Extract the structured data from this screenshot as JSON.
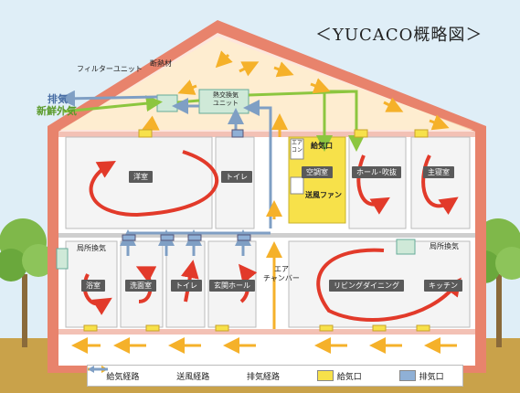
{
  "title": "＜YUCACO概略図＞",
  "labels": {
    "filter_unit": "フィルターユニット",
    "insulation": "断熱材",
    "exhaust": "排気",
    "fresh_air": "新鮮外気",
    "heat_exchanger": "熱交換気\nユニット",
    "aircon": "エア\nコン",
    "supply_port": "給気口",
    "blower_fan": "送風ファン",
    "air_chamber": "エア\nチャンバー",
    "local_exhaust_left": "局所換気",
    "local_exhaust_right": "局所換気"
  },
  "rooms": {
    "western_room": "洋室",
    "toilet_upper": "トイレ",
    "ac_room": "空調室",
    "hall": "ホール･吹抜",
    "master_bedroom": "主寝室",
    "bathroom": "浴室",
    "washroom": "洗面室",
    "toilet_lower": "トイレ",
    "entrance_hall": "玄関ホール",
    "living_dining": "リビングダイニング",
    "kitchen": "キッチン"
  },
  "legend": {
    "supply_route": "給気経路",
    "blow_route": "送風経路",
    "exhaust_route": "排気経路",
    "supply_port": "給気口",
    "exhaust_port": "排気口"
  },
  "colors": {
    "sky": "#dfeef7",
    "wall": "#e8836c",
    "supply_green": "#8cc63f",
    "blow_orange": "#f5b12a",
    "exhaust_blue": "#7f9fc4",
    "ac_room_yellow": "#f7e14a",
    "exhaust_port_blue": "#8fb0d6",
    "circulation_red": "#e23a2a"
  }
}
